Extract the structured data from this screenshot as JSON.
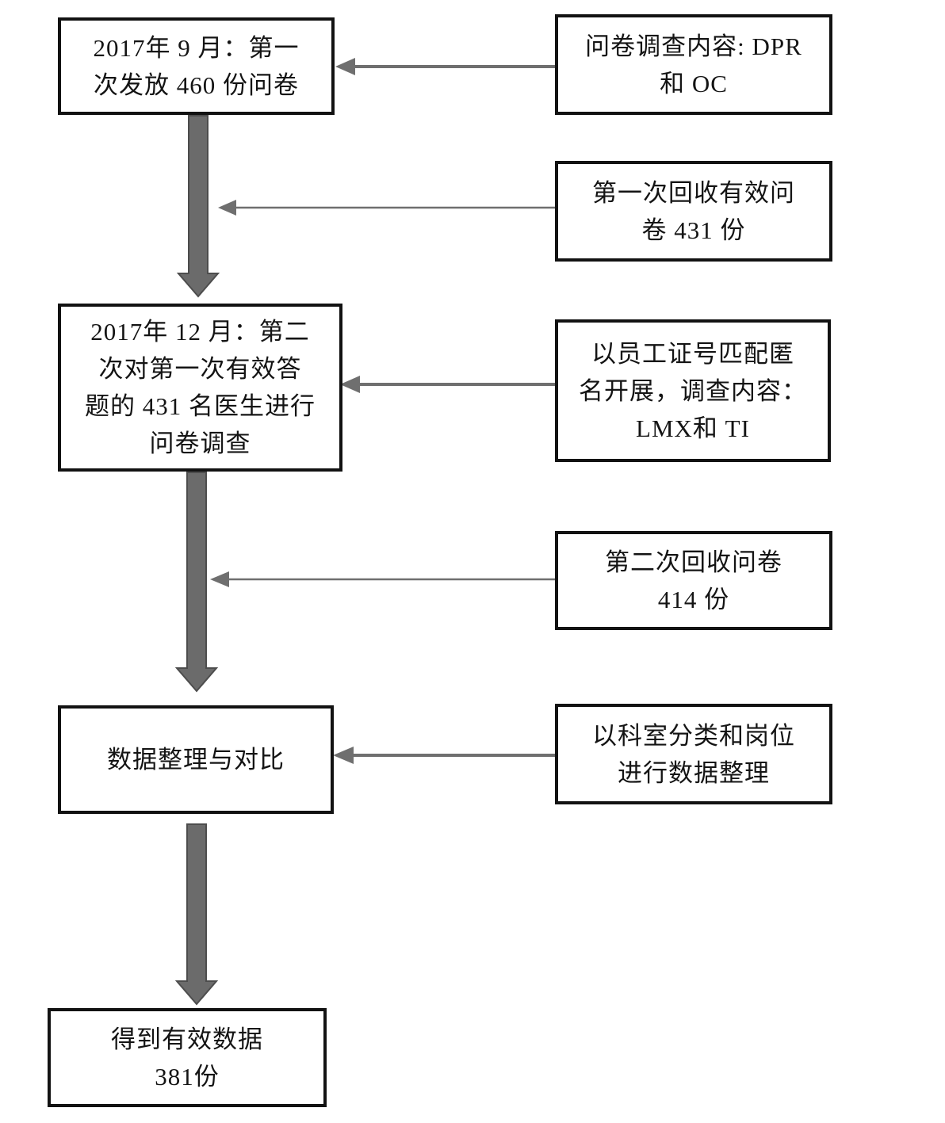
{
  "diagram": {
    "type": "flowchart",
    "background_color": "#ffffff",
    "box_border_color": "#121212",
    "flow_arrow_color": "#6b6b6b",
    "annotation_arrow_color": "#6f6f6f",
    "flow_steps": [
      {
        "id": "step-1",
        "lines": [
          "2017年 9 月：第一",
          "次发放 460 份问卷"
        ]
      },
      {
        "id": "step-2",
        "lines": [
          "2017年 12 月：第二",
          "次对第一次有效答",
          "题的 431 名医生进行",
          "问卷调查"
        ]
      },
      {
        "id": "step-3",
        "lines": [
          "数据整理与对比"
        ]
      },
      {
        "id": "step-4",
        "lines": [
          "得到有效数据",
          "381份"
        ]
      }
    ],
    "annotations": [
      {
        "id": "note-1",
        "lines": [
          "问卷调查内容: DPR",
          "和 OC"
        ]
      },
      {
        "id": "note-2",
        "lines": [
          "第一次回收有效问",
          "卷 431 份"
        ]
      },
      {
        "id": "note-3",
        "lines": [
          "以员工证号匹配匿",
          "名开展，调查内容：",
          "LMX和 TI"
        ]
      },
      {
        "id": "note-4",
        "lines": [
          "第二次回收问卷",
          "414 份"
        ]
      },
      {
        "id": "note-5",
        "lines": [
          "以科室分类和岗位",
          "进行数据整理"
        ]
      }
    ]
  }
}
